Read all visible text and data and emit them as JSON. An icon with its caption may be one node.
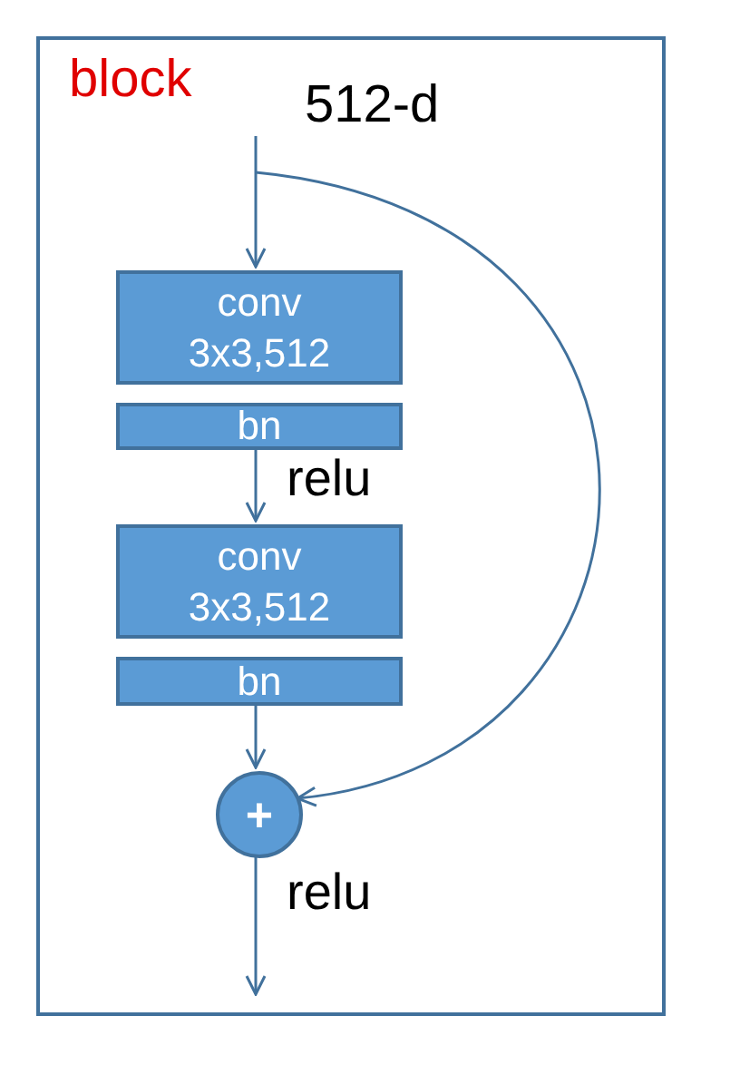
{
  "diagram": {
    "nodes": [
      {
        "text": [
          "block"
        ]
      },
      {
        "text": [
          "conv 3x3,512"
        ],
        "in": 0
      },
      {
        "text": [
          "bn"
        ],
        "in": 0
      },
      {
        "text": [
          "conv 3x3,512"
        ],
        "in": 0
      },
      {
        "text": [
          "bn"
        ],
        "in": 0
      },
      {
        "text": [
          "+"
        ],
        "in": 0
      }
    ],
    "edges": [
      {
        "from": null,
        "to": 1,
        "arrow": "to"
      },
      {
        "from": 2,
        "to": 3,
        "arrow": "to",
        "label": "relu"
      },
      {
        "from": 4,
        "to": 5,
        "arrow": "to"
      },
      {
        "from": 5,
        "to": null,
        "arrow": "to",
        "label": "relu"
      },
      {
        "from": null,
        "to": 5,
        "arrow": "to"
      }
    ],
    "labels": [
      "512-d"
    ]
  }
}
